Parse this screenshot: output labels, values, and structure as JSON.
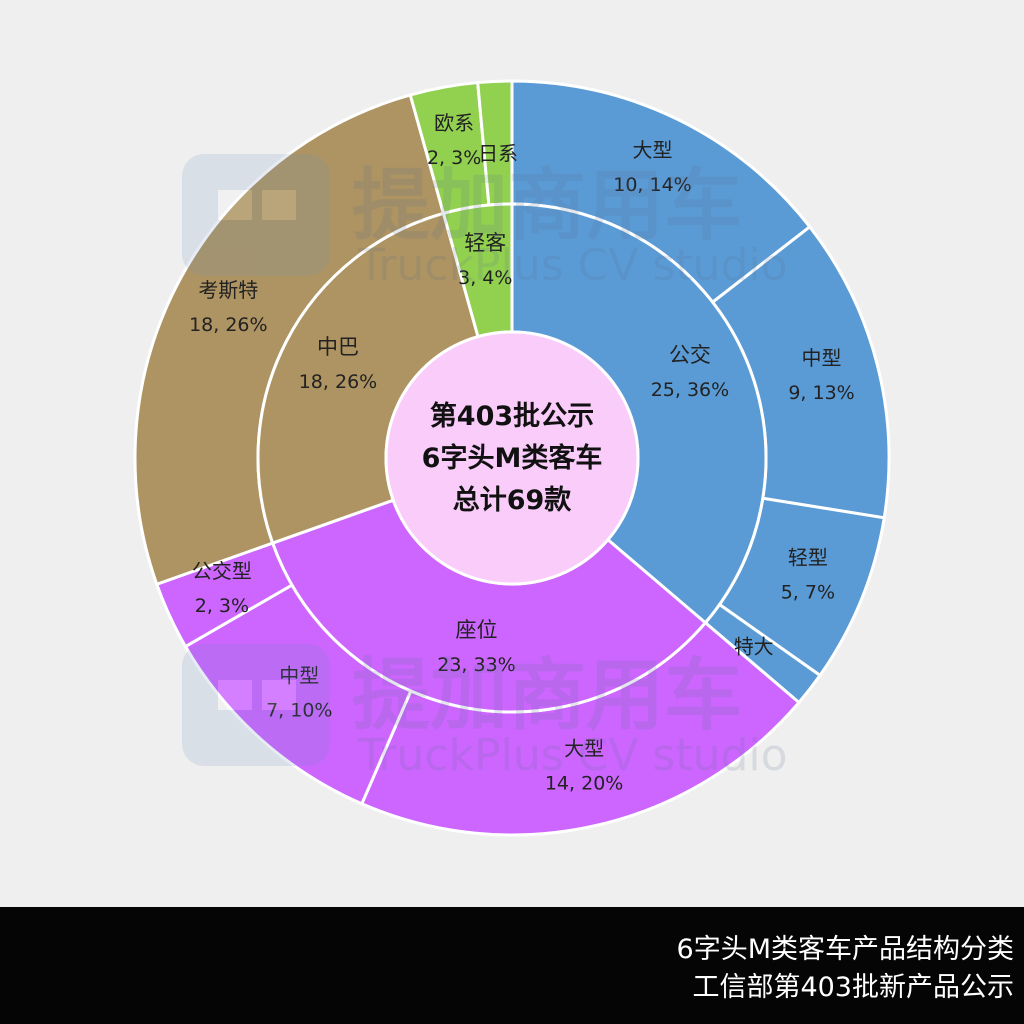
{
  "chart_data": {
    "type": "sunburst",
    "center": {
      "lines": [
        "第403批公示",
        "6字头M类客车",
        "总计69款"
      ],
      "color": "#f9ccf9"
    },
    "inner_ring": [
      {
        "name": "公交",
        "value": 25,
        "percent": "36%",
        "label": "25, 36%",
        "color": "#5b9bd5"
      },
      {
        "name": "座位",
        "value": 23,
        "percent": "33%",
        "label": "23, 33%",
        "color": "#cc66ff"
      },
      {
        "name": "中巴",
        "value": 18,
        "percent": "26%",
        "label": "18, 26%",
        "color": "#ad9462"
      },
      {
        "name": "轻客",
        "value": 3,
        "percent": "4%",
        "label": "3, 4%",
        "color": "#92d050"
      }
    ],
    "outer_ring": [
      {
        "parent": "公交",
        "name": "大型",
        "value": 10,
        "label": "10, 14%",
        "color": "#5b9bd5"
      },
      {
        "parent": "公交",
        "name": "中型",
        "value": 9,
        "label": "9, 13%",
        "color": "#5b9bd5"
      },
      {
        "parent": "公交",
        "name": "轻型",
        "value": 5,
        "label": "5, 7%",
        "color": "#5b9bd5"
      },
      {
        "parent": "公交",
        "name": "特大",
        "value": 1,
        "label": "",
        "color": "#5b9bd5"
      },
      {
        "parent": "座位",
        "name": "大型",
        "value": 14,
        "label": "14, 20%",
        "color": "#cc66ff"
      },
      {
        "parent": "座位",
        "name": "中型",
        "value": 7,
        "label": "7, 10%",
        "color": "#cc66ff"
      },
      {
        "parent": "座位",
        "name": "公交型",
        "value": 2,
        "label": "2, 3%",
        "color": "#cc66ff"
      },
      {
        "parent": "中巴",
        "name": "考斯特",
        "value": 18,
        "label": "18, 26%",
        "color": "#ad9462"
      },
      {
        "parent": "轻客",
        "name": "欧系",
        "value": 2,
        "label": "2, 3%",
        "color": "#92d050"
      },
      {
        "parent": "轻客",
        "name": "日系",
        "value": 1,
        "label": "",
        "color": "#92d050"
      }
    ]
  },
  "watermark": {
    "text": "提加商用车",
    "subtext": "TruckPlus CV studio"
  },
  "footer": {
    "line1": "6字头M类客车产品结构分类",
    "line2": "工信部第403批新产品公示"
  }
}
